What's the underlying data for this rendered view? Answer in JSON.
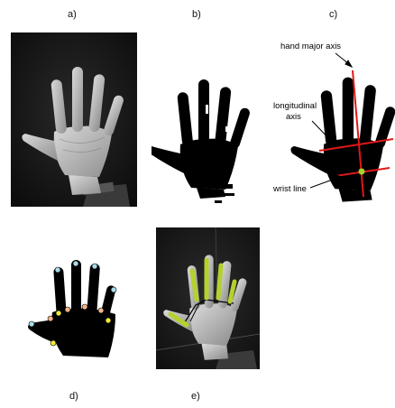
{
  "figure": {
    "panels": [
      {
        "id": "a",
        "label": "a)"
      },
      {
        "id": "b",
        "label": "b)"
      },
      {
        "id": "c",
        "label": "c)"
      },
      {
        "id": "d",
        "label": "d)"
      },
      {
        "id": "e",
        "label": "e)"
      }
    ],
    "annotations": {
      "hand_major_axis": "hand major axis",
      "longitudinal_axis_line1": "longitudinal",
      "longitudinal_axis_line2": "axis",
      "wrist_line": "wrist line"
    },
    "colors": {
      "axis_red": "#e01818",
      "center_dot": "#a6d02a",
      "finger_segment_green": "#b3d22c",
      "keypoint_tip": "#a9dce8",
      "keypoint_valley": "#f4b48a",
      "keypoint_base": "#f2ea3a"
    }
  }
}
